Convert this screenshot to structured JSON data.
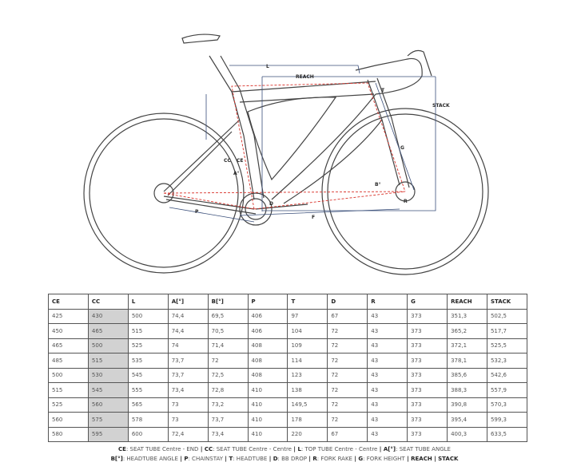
{
  "diagram": {
    "labels": {
      "L": "L",
      "reach": "REACH",
      "stack": "STACK",
      "T": "T",
      "G": "G",
      "B": "B°",
      "CC": "CC",
      "CE": "CE",
      "A": "A°",
      "D": "D",
      "R": "R",
      "P": "P",
      "F": "F"
    },
    "colors": {
      "frame": "#444444",
      "dimension": "#3a4f7a",
      "centre_line": "#d9332b"
    }
  },
  "table": {
    "headers": [
      "CE",
      "CC",
      "L",
      "A[°]",
      "B[°]",
      "P",
      "T",
      "D",
      "R",
      "G",
      "REACH",
      "STACK"
    ],
    "highlight_column": "CC",
    "highlight_color": "#d2d2d2",
    "rows": [
      [
        "425",
        "430",
        "500",
        "74,4",
        "69,5",
        "406",
        "97",
        "67",
        "43",
        "373",
        "351,3",
        "502,5"
      ],
      [
        "450",
        "465",
        "515",
        "74,4",
        "70,5",
        "406",
        "104",
        "72",
        "43",
        "373",
        "365,2",
        "517,7"
      ],
      [
        "465",
        "500",
        "525",
        "74",
        "71,4",
        "408",
        "109",
        "72",
        "43",
        "373",
        "372,1",
        "525,5"
      ],
      [
        "485",
        "515",
        "535",
        "73,7",
        "72",
        "408",
        "114",
        "72",
        "43",
        "373",
        "378,1",
        "532,3"
      ],
      [
        "500",
        "530",
        "545",
        "73,7",
        "72,5",
        "408",
        "123",
        "72",
        "43",
        "373",
        "385,6",
        "542,6"
      ],
      [
        "515",
        "545",
        "555",
        "73,4",
        "72,8",
        "410",
        "138",
        "72",
        "43",
        "373",
        "388,3",
        "557,9"
      ],
      [
        "525",
        "560",
        "565",
        "73",
        "73,2",
        "410",
        "149,5",
        "72",
        "43",
        "373",
        "390,8",
        "570,3"
      ],
      [
        "560",
        "575",
        "578",
        "73",
        "73,7",
        "410",
        "178",
        "72",
        "43",
        "373",
        "395,4",
        "599,3"
      ],
      [
        "580",
        "595",
        "600",
        "72,4",
        "73,4",
        "410",
        "220",
        "67",
        "43",
        "373",
        "400,3",
        "633,5"
      ]
    ]
  },
  "legend": {
    "line1": [
      {
        "key": "CE",
        "text": ": SEAT TUBE Centre - END"
      },
      {
        "key": "CC",
        "text": ": SEAT TUBE Centre - Centre"
      },
      {
        "key": "L",
        "text": ": TOP TUBE Centre - Centre"
      },
      {
        "key": "A[°]",
        "text": ": SEAT TUBE ANGLE"
      }
    ],
    "line2": [
      {
        "key": "B[°]",
        "text": ": HEADTUBE ANGLE"
      },
      {
        "key": "P",
        "text": ": CHAINSTAY"
      },
      {
        "key": "T",
        "text": ": HEADTUBE"
      },
      {
        "key": "D",
        "text": ": BB DROP"
      },
      {
        "key": "R",
        "text": ": FORK RAKE"
      },
      {
        "key": "G",
        "text": ": FORK HEIGHT"
      },
      {
        "key": "REACH",
        "text": ""
      },
      {
        "key": "STACK",
        "text": ""
      }
    ]
  }
}
